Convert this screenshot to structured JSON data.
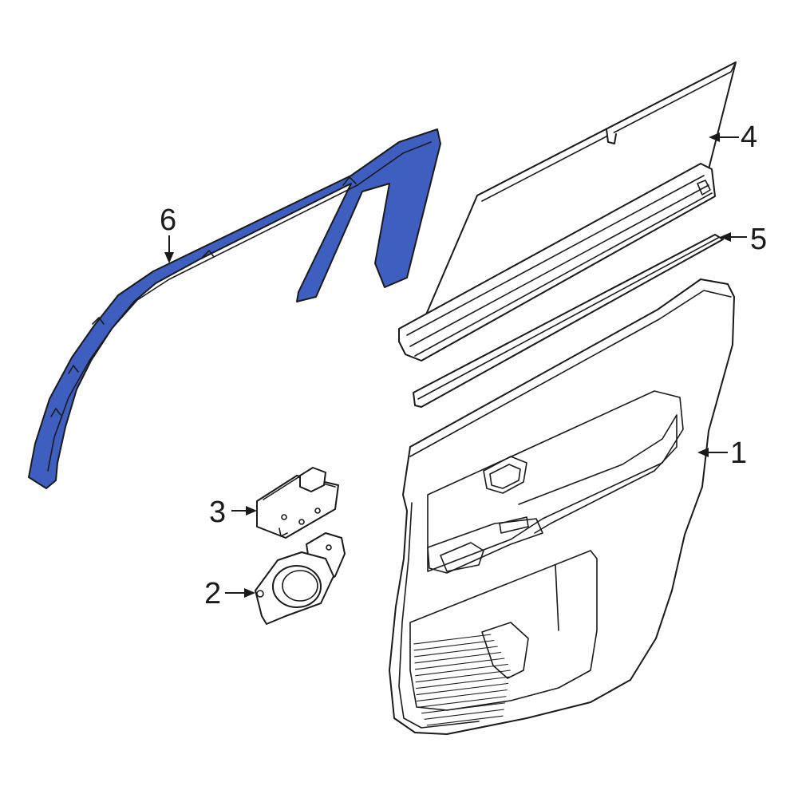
{
  "colors": {
    "highlight_part": "#3f5fc0",
    "outline": "#1a1a1a",
    "background": "#ffffff"
  },
  "callouts": {
    "door_trim_panel": "1",
    "inside_handle": "2",
    "window_switch": "3",
    "sunshade": "4",
    "belt_weatherstrip": "5",
    "frame_weatherstrip": "6"
  }
}
